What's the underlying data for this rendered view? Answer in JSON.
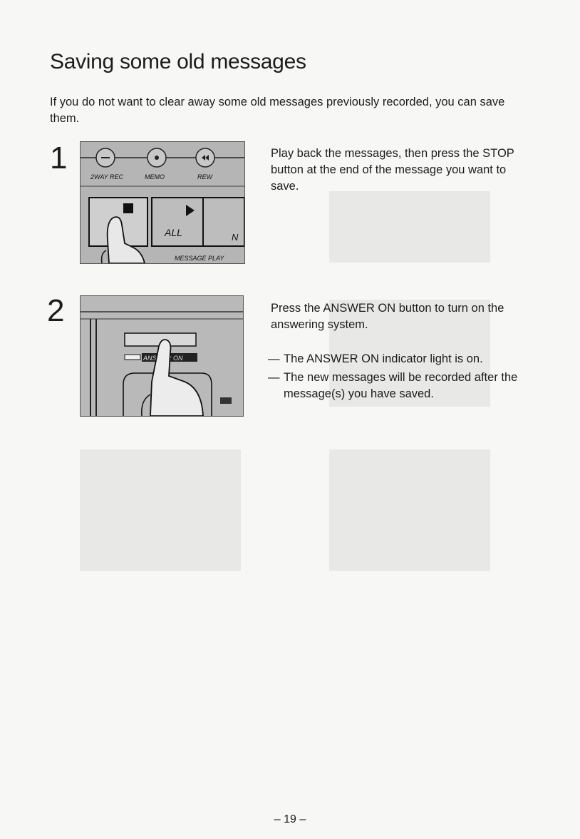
{
  "title": "Saving some old messages",
  "intro": "If you do not want to clear away some old messages previously recorded, you can save them.",
  "steps": [
    {
      "number": "1",
      "text": "Play back the messages, then press the STOP button at the end of the message you want to save.",
      "panel_labels": {
        "two_way_rec": "2WAY REC",
        "memo": "MEMO",
        "rew": "REW",
        "all": "ALL",
        "message_play": "MESSAGE PLAY",
        "n": "N"
      }
    },
    {
      "number": "2",
      "text": "Press the ANSWER ON button to turn on the answering system.",
      "bullets": [
        "The ANSWER ON indicator light is on.",
        "The new messages will be recorded after the message(s) you have saved."
      ],
      "panel_labels": {
        "answer_on": "ANSWER ON"
      }
    }
  ],
  "page_number": "– 19 –",
  "colors": {
    "paper": "#f7f7f5",
    "ink": "#1c1c1c",
    "panel_gray": "#b9b9b9"
  }
}
